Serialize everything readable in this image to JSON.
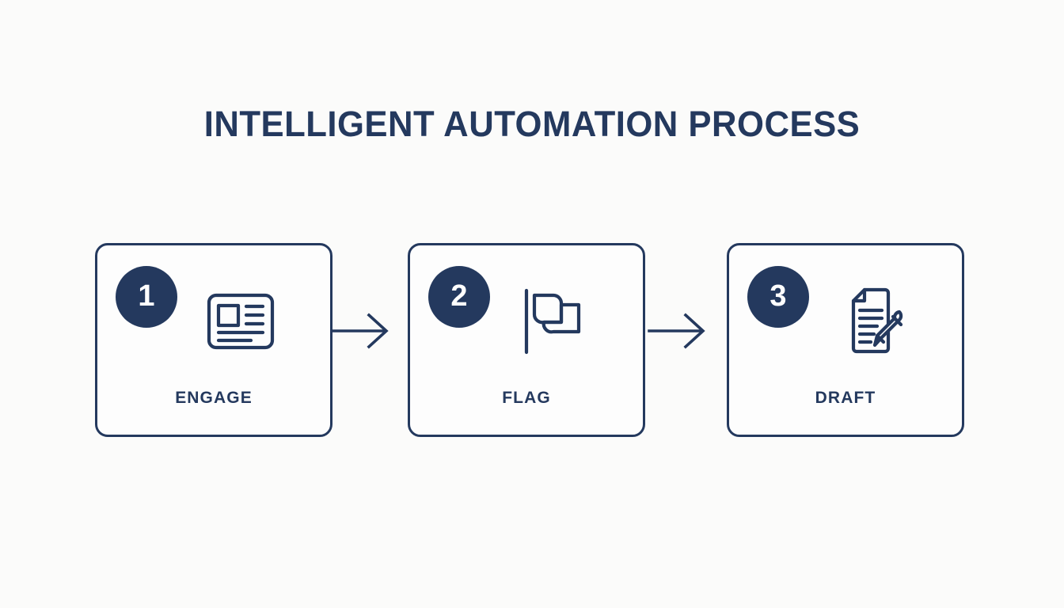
{
  "page": {
    "title": "INTELLIGENT AUTOMATION PROCESS",
    "background_color": "#fbfbfa",
    "accent_color": "#24395e"
  },
  "flow": {
    "connector_icon": "arrow-right-icon",
    "steps": [
      {
        "number": "1",
        "label": "ENGAGE",
        "icon": "article-card-icon"
      },
      {
        "number": "2",
        "label": "FLAG",
        "icon": "flag-icon"
      },
      {
        "number": "3",
        "label": "DRAFT",
        "icon": "document-pencil-icon"
      }
    ]
  }
}
